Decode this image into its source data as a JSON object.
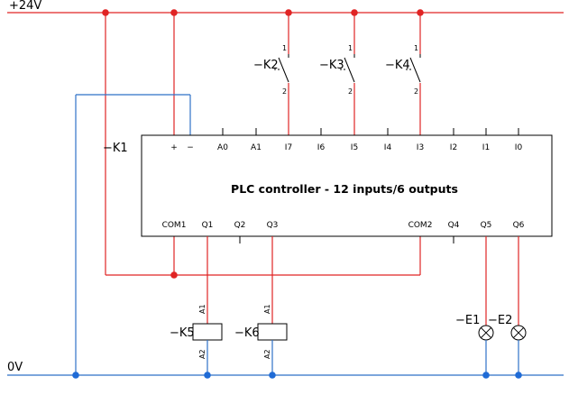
{
  "rails": {
    "supply_label": "+24V",
    "ground_label": "0V"
  },
  "plc": {
    "tag": "−K1",
    "title": "PLC controller - 12 inputs/6 outputs",
    "top_pins": [
      "+",
      "−",
      "A0",
      "A1",
      "I7",
      "I6",
      "I5",
      "I4",
      "I3",
      "I2",
      "I1",
      "I0"
    ],
    "bottom_pins": [
      "COM1",
      "Q1",
      "Q2",
      "Q3",
      "COM2",
      "Q4",
      "Q5",
      "Q6"
    ]
  },
  "switches": [
    {
      "tag": "−K2",
      "t1": "1",
      "t2": "2"
    },
    {
      "tag": "−K3",
      "t1": "1",
      "t2": "2"
    },
    {
      "tag": "−K4",
      "t1": "1",
      "t2": "2"
    }
  ],
  "relays": [
    {
      "tag": "−K5",
      "a1": "A1",
      "a2": "A2"
    },
    {
      "tag": "−K6",
      "a1": "A1",
      "a2": "A2"
    }
  ],
  "lamps": [
    {
      "tag": "−E1"
    },
    {
      "tag": "−E2"
    }
  ]
}
